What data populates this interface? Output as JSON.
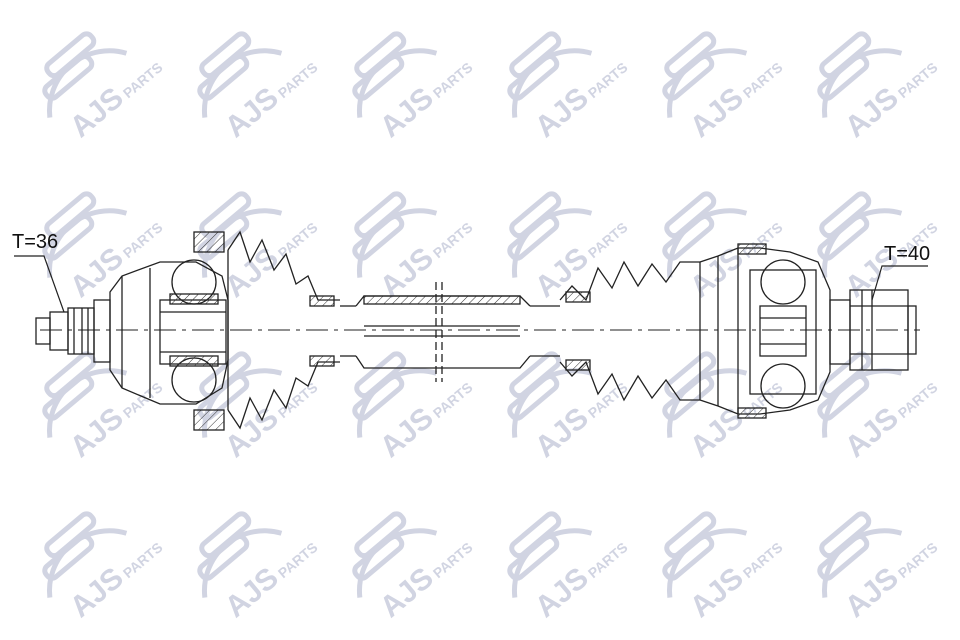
{
  "watermark": {
    "brand": "AJS",
    "suffix": "PARTS",
    "color": "#2e3e7a",
    "rows": 4,
    "cols": 6
  },
  "labels": {
    "left_teeth": "T=36",
    "right_teeth": "T=40"
  },
  "colors": {
    "line": "#222222",
    "background": "#ffffff"
  }
}
